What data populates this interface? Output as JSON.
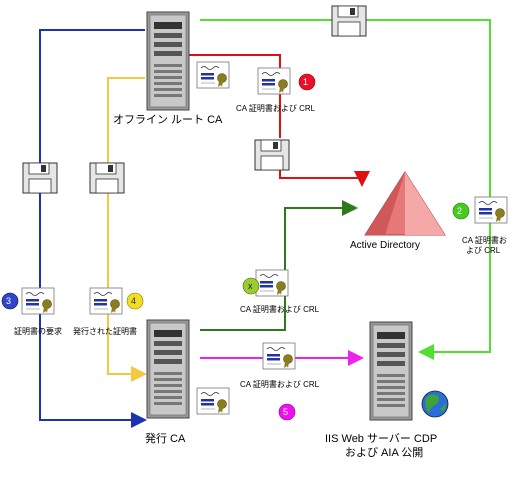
{
  "nodes": {
    "offline_root_ca": "オフライン ルート CA",
    "issuing_ca": "発行 CA",
    "active_directory": "Active Directory",
    "iis_server_line1": "IIS Web サーバー CDP",
    "iis_server_line2": "および AIA 公開"
  },
  "labels": {
    "cert_crl_top": "CA 証明書および CRL",
    "cert_crl_right_line1": "CA 証明書お",
    "cert_crl_right_line2": "よび CRL",
    "cert_crl_x": "CA 証明書および CRL",
    "cert_crl_bottom": "CA 証明書および CRL",
    "cert_request": "証明書の要求",
    "issued_cert": "発行された証明書"
  },
  "badges": {
    "b1": "1",
    "b2": "2",
    "b3": "3",
    "b4": "4",
    "b5": "5",
    "bx": "x"
  },
  "colors": {
    "blue": "#1a33b3",
    "yellow": "#f5c842",
    "green": "#55dd33",
    "dark_green": "#2d7a1e",
    "red": "#dd1111",
    "magenta": "#ee22ee",
    "badge_red": "#e8102a",
    "badge_green": "#44cc22",
    "badge_blue": "#3344cc",
    "badge_yellow": "#f2dd22",
    "badge_olive": "#99cc33",
    "badge_magenta": "#ee11ee",
    "pyramid": "#e87070"
  },
  "icons": [
    "server-icon",
    "certificate-icon",
    "floppy-disk-icon",
    "pyramid-icon",
    "globe-icon"
  ]
}
